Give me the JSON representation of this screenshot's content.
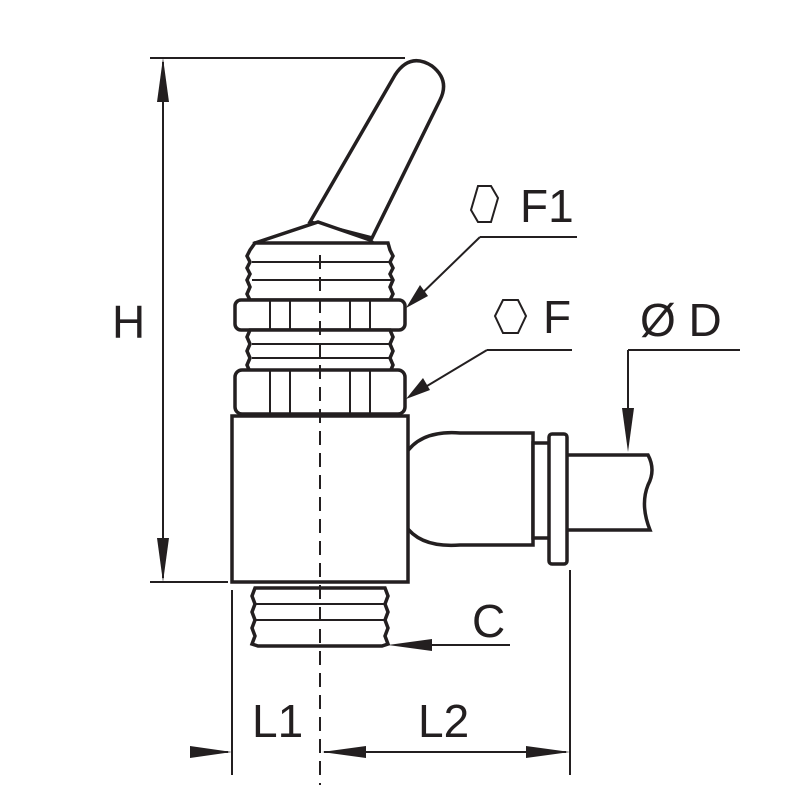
{
  "labels": {
    "height": "H",
    "hex_f1": "F1",
    "hex_f": "F",
    "tube_diameter": "Ø D",
    "thread": "C",
    "length_1": "L1",
    "length_2": "L2"
  },
  "colors": {
    "line": "#231f20",
    "background": "#ffffff"
  },
  "icons": {
    "hex": "hexagon-icon"
  }
}
